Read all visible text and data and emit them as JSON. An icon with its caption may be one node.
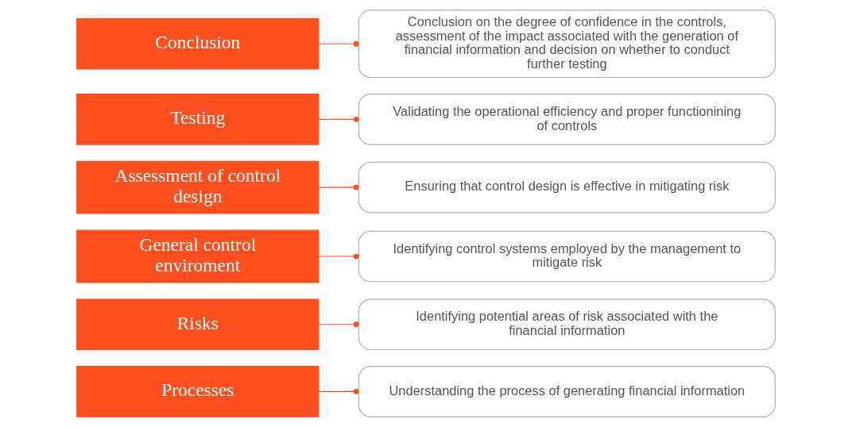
{
  "diagram": {
    "nodes": [
      {
        "text": [
          "Processes"
        ]
      },
      {
        "text": [
          "Understanding the process of generating financial information"
        ]
      },
      {
        "text": [
          "Risks"
        ]
      },
      {
        "text": [
          "Identifying potential areas of risk associated with the financial information"
        ]
      },
      {
        "text": [
          "General control enviroment"
        ]
      },
      {
        "text": [
          "Identifying control systems employed by the management to mitigate risk"
        ]
      },
      {
        "text": [
          "Assessment of control design"
        ]
      },
      {
        "text": [
          "Ensuring that control design is effective in mitigating risk"
        ]
      },
      {
        "text": [
          "Testing"
        ]
      },
      {
        "text": [
          "Validating the operational efficiency and proper functionining of controls"
        ]
      },
      {
        "text": [
          "Conclusion"
        ]
      },
      {
        "text": [
          "Conclusion on the degree of confidence in the controls, assessment of the impact associated with the generation of financial information and decision on whether to conduct further testing"
        ]
      }
    ],
    "edges": [
      {
        "from": 0,
        "to": 1,
        "arrow": "other"
      },
      {
        "from": 2,
        "to": 3,
        "arrow": "other"
      },
      {
        "from": 4,
        "to": 5,
        "arrow": "other"
      },
      {
        "from": 6,
        "to": 7,
        "arrow": "other"
      },
      {
        "from": 8,
        "to": 9,
        "arrow": "other"
      },
      {
        "from": 10,
        "to": 11,
        "arrow": "other"
      }
    ]
  }
}
